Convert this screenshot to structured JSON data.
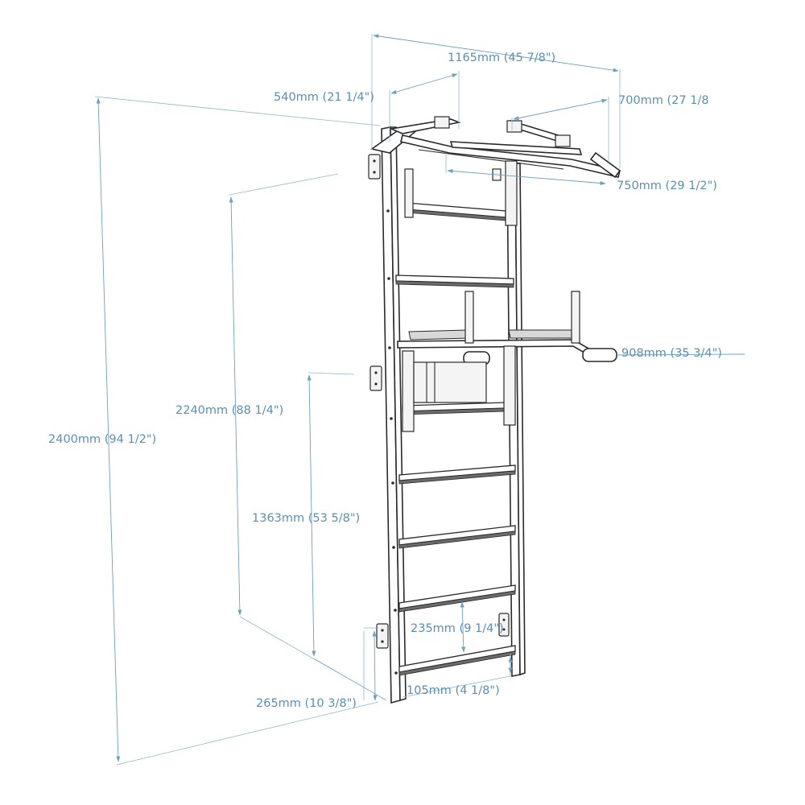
{
  "diagram": {
    "colors": {
      "dimension": "#5b8fb0",
      "outline": "#2a2a2a",
      "background": "#ffffff"
    },
    "labels": {
      "total_width": "1165mm (45 7/8\")",
      "ladder_depth": "540mm (21 1/4\")",
      "pullup_bar_depth": "700mm (27 1/8",
      "pullup_bar_width": "750mm (29 1/2\")",
      "dip_bar_width": "908mm (35 3/4\")",
      "ladder_height": "2240mm (88 1/4\")",
      "total_height": "2400mm (94 1/2\")",
      "dip_bar_height": "1363mm (53 5/8\")",
      "rung_spacing": "235mm (9 1/4\")",
      "bottom_clearance": "105mm (4 1/8\")",
      "bracket_height": "265mm (10 3/8\")"
    }
  }
}
